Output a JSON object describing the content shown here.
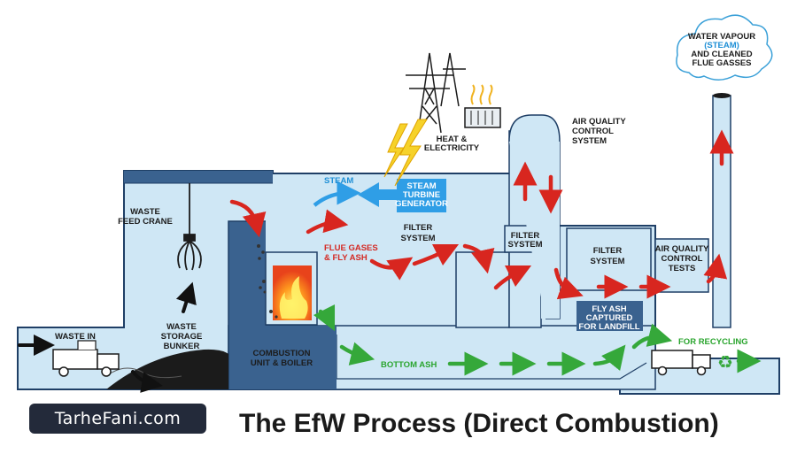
{
  "title": "The EfW Process (Direct Combustion)",
  "watermark": "TarheFani.com",
  "colors": {
    "plant_fill": "#cfe7f5",
    "plant_stroke": "#1f3f66",
    "bunker_blue": "#3a628f",
    "steam_blue": "#2f9ee6",
    "flue_red": "#d8261f",
    "ash_green": "#35a83a",
    "lightning": "#f6d22a"
  },
  "labels": {
    "waste_in": "WASTE IN",
    "feed_crane": [
      "WASTE",
      "FEED CRANE"
    ],
    "storage_bunker": [
      "WASTE",
      "STORAGE",
      "BUNKER"
    ],
    "combustion": [
      "COMBUSTION",
      "UNIT & BOILER"
    ],
    "steam": "STEAM",
    "turbine": [
      "STEAM",
      "TURBINE",
      "GENERATOR"
    ],
    "heat_electricity": [
      "HEAT &",
      "ELECTRICITY"
    ],
    "flue_gases": [
      "FLUE GASES",
      "& FLY ASH"
    ],
    "filter_system_1": [
      "FILTER",
      "SYSTEM"
    ],
    "filter_system_2": [
      "FILTER",
      "SYSTEM"
    ],
    "filter_system_3": [
      "FILTER",
      "SYSTEM"
    ],
    "aq_control_system": [
      "AIR QUALITY",
      "CONTROL",
      "SYSTEM"
    ],
    "fly_ash": [
      "FLY ASH",
      "CAPTURED",
      "FOR LANDFILL"
    ],
    "aq_control_tests": [
      "AIR QUALITY",
      "CONTROL",
      "TESTS"
    ],
    "bottom_ash": "BOTTOM ASH",
    "for_recycling": "FOR RECYCLING",
    "cloud": [
      "WATER VAPOUR",
      "(STEAM)",
      "AND CLEANED",
      "FLUE GASSES"
    ]
  },
  "icons": [
    "pylon-icon",
    "radiator-icon",
    "lightning-icon",
    "crane-claw-icon",
    "truck-icon",
    "recycle-icon",
    "flame-icon",
    "cloud-icon"
  ]
}
